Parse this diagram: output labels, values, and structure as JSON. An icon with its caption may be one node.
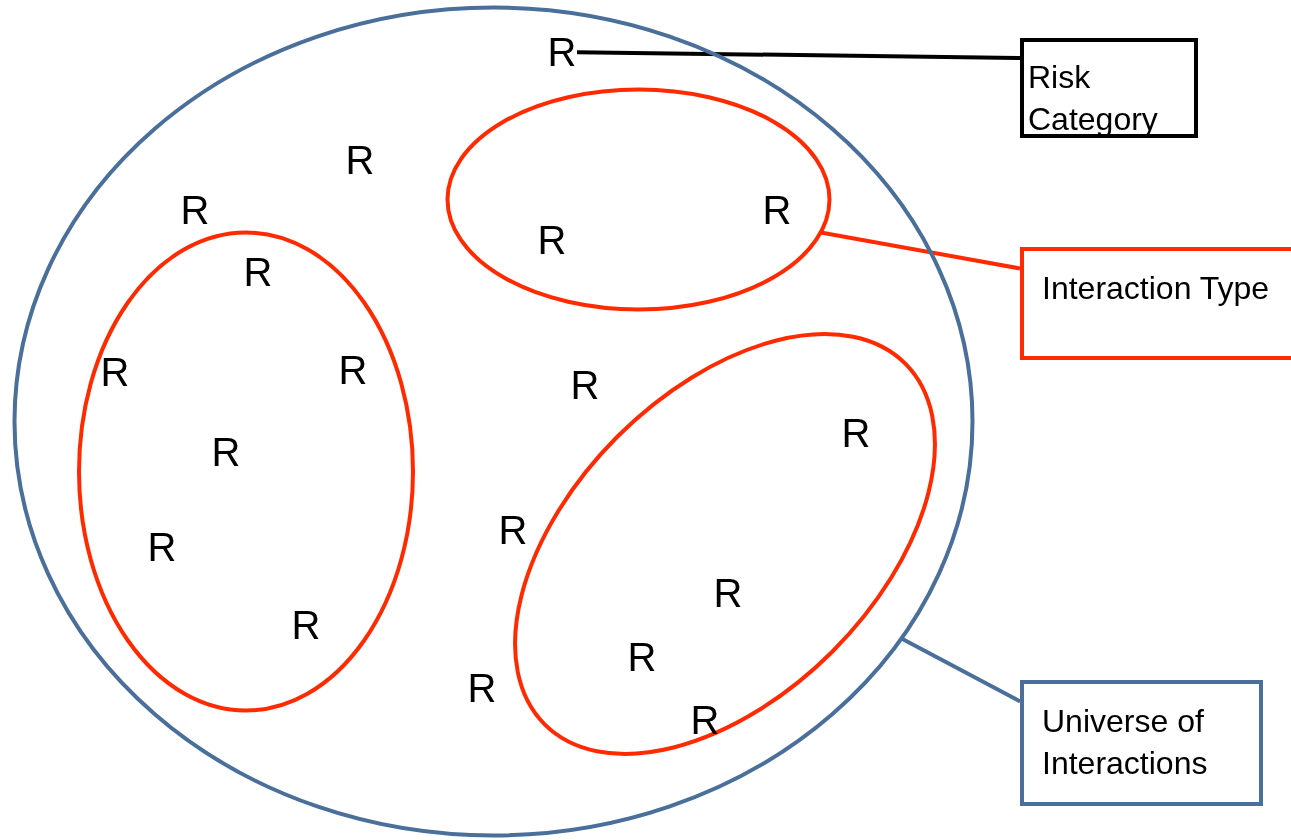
{
  "diagram": {
    "nodes": [
      {
        "text": [],
        "shape": "ellipse"
      },
      {
        "text": [
          "R"
        ],
        "in": 0
      },
      {
        "text": [
          "Risk Category"
        ]
      },
      {
        "text": [
          "R"
        ],
        "in": 0
      },
      {
        "text": [
          "R"
        ],
        "in": 0
      },
      {
        "text": [],
        "shape": "ellipse",
        "in": 0
      },
      {
        "text": [
          "R"
        ],
        "in": 5
      },
      {
        "text": [
          "R"
        ],
        "in": 5
      },
      {
        "text": [
          "Interaction Type"
        ]
      },
      {
        "text": [],
        "shape": "ellipse",
        "in": 0
      },
      {
        "text": [
          "R"
        ],
        "in": 9
      },
      {
        "text": [
          "R"
        ],
        "in": 9
      },
      {
        "text": [
          "R"
        ],
        "in": 9
      },
      {
        "text": [
          "R"
        ],
        "in": 9
      },
      {
        "text": [
          "R"
        ],
        "in": 9
      },
      {
        "text": [
          "R"
        ],
        "in": 9
      },
      {
        "text": [
          "R"
        ],
        "in": 0
      },
      {
        "text": [],
        "shape": "ellipse",
        "in": 0
      },
      {
        "text": [
          "R"
        ],
        "in": 17
      },
      {
        "text": [
          "R"
        ],
        "in": 17
      },
      {
        "text": [
          "R"
        ],
        "in": 17
      },
      {
        "text": [
          "R"
        ],
        "in": 17
      },
      {
        "text": [
          "R"
        ],
        "in": 0
      },
      {
        "text": [
          "R"
        ],
        "in": 0
      },
      {
        "text": [
          "Universe of Interactions"
        ]
      }
    ],
    "edges": [
      {
        "from": 2,
        "to": 1,
        "arrow": "none"
      },
      {
        "from": 8,
        "to": 5,
        "arrow": "none",
        "color": "#ff2a00"
      },
      {
        "from": 24,
        "to": 0,
        "arrow": "none",
        "color": "#4a6f9a"
      }
    ]
  }
}
